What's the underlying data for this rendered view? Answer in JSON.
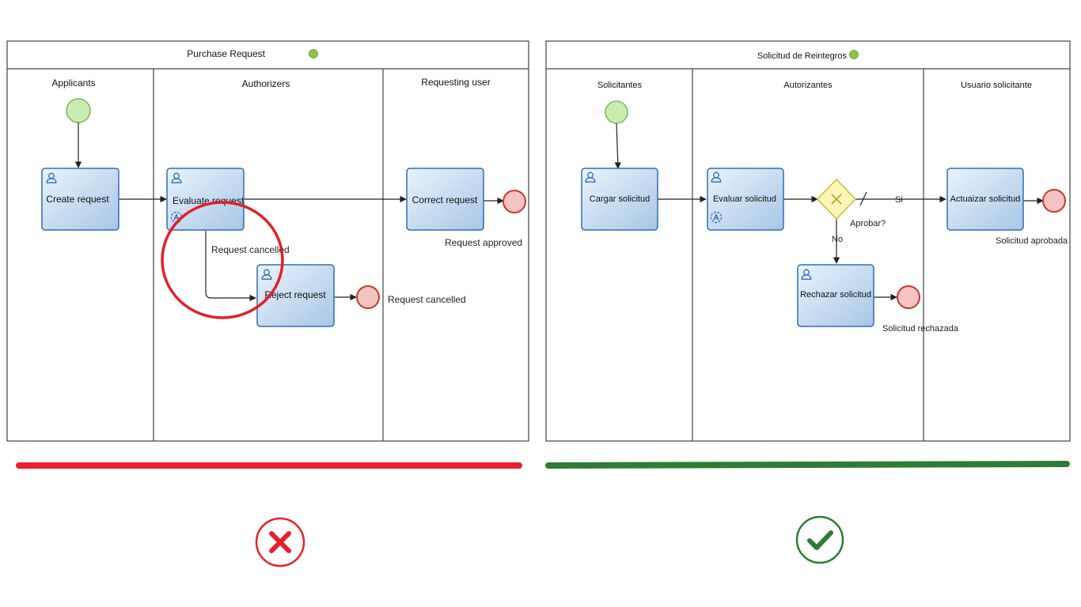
{
  "diagrams": [
    {
      "id": "wrong",
      "pool_title": "Purchase Request",
      "lanes": [
        "Applicants",
        "Authorizers",
        "Requesting user"
      ],
      "tasks": {
        "create": "Create request",
        "evaluate": "Evaluate request",
        "correct": "Correct request",
        "reject": "Reject request"
      },
      "labels": {
        "cancel_flow": "Request cancelled",
        "end_approved": "Request approved",
        "end_cancelled": "Request cancelled"
      },
      "verdict": "incorrect"
    },
    {
      "id": "right",
      "pool_title": "Solicitud de Reintegros",
      "lanes": [
        "Solicitantes",
        "Autorizantes",
        "Usuario solicitante"
      ],
      "tasks": {
        "cargar": "Cargar solicitud",
        "evaluar": "Evaluar solicitud",
        "actualizar": "Actuaizar solicitud",
        "rechazar": "Rechazar solicitud"
      },
      "gateway_label": "Aprobar?",
      "flow_labels": {
        "yes": "Si",
        "no": "No"
      },
      "labels": {
        "end_approved": "Solicitud aprobada",
        "end_rejected": "Solicitud rechazada"
      },
      "verdict": "correct"
    }
  ],
  "colors": {
    "task_fill_top": "#e6f0fa",
    "task_fill_bottom": "#a9c8e6",
    "task_stroke": "#2f6fb2",
    "start_fill": "#c9ecb0",
    "start_stroke": "#7ab55c",
    "end_fill": "#f6c3c3",
    "end_stroke": "#c0392b",
    "gateway_fill": "#fbf6b8",
    "gateway_stroke": "#c9bd33",
    "status_dot": "#8fc34a",
    "wrong_bar": "#e8202a",
    "right_bar": "#2e7d32",
    "highlight_circle": "#e41f26"
  }
}
